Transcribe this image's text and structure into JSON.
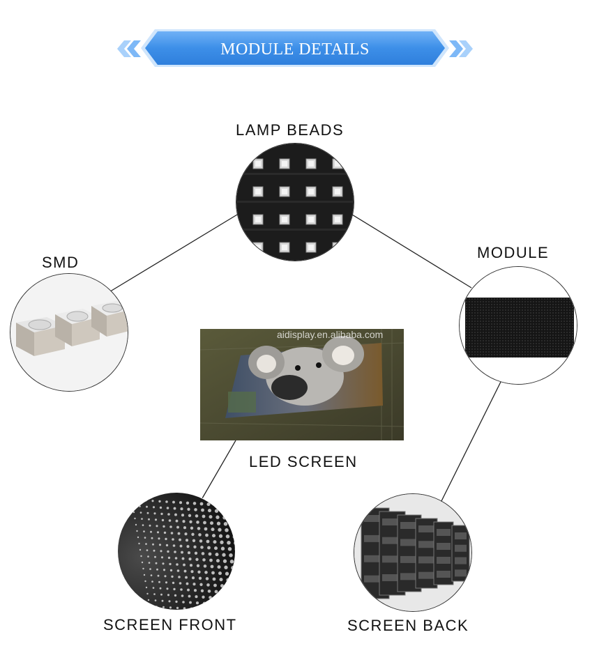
{
  "banner": {
    "title": "MODULE DETAILS"
  },
  "labels": {
    "lamp_beads": "LAMP BEADS",
    "smd": "SMD",
    "module": "MODULE",
    "led_screen": "LED SCREEN",
    "screen_front": "SCREEN FRONT",
    "screen_back": "SCREEN BACK"
  },
  "watermark": "aidisplay.en.alibaba.com",
  "colors": {
    "banner_blue": "#3d8fe8",
    "banner_light": "#a9d1fb",
    "text": "#111111"
  },
  "icons": [
    "chevron-left-icon",
    "chevron-right-icon"
  ]
}
